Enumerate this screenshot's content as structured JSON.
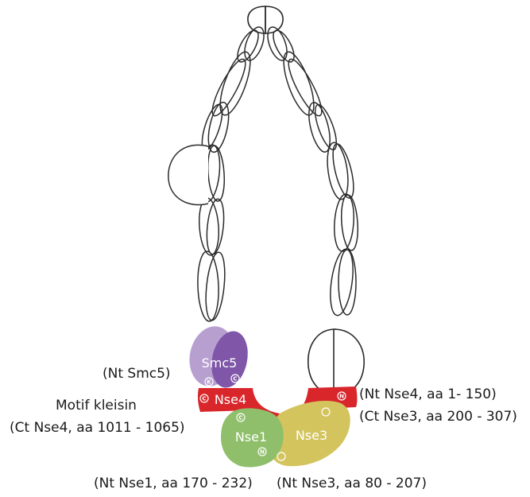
{
  "diagram": {
    "subunits": {
      "smc5": "Smc5",
      "nse4": "Nse4",
      "nse1": "Nse1",
      "nse3": "Nse3"
    },
    "markers": {
      "k": "K",
      "c": "C",
      "n": "N"
    },
    "annotations": {
      "nt_smc5": "(Nt Smc5)",
      "motif_kleisin": "Motif kleisin",
      "ct_nse4": "(Ct Nse4, aa 1011 - 1065)",
      "nt_nse4": "(Nt Nse4, aa 1- 150)",
      "ct_nse3": "(Ct Nse3, aa 200 - 307)",
      "nt_nse1": "(Nt Nse1, aa 170 - 232)",
      "nt_nse3": "(Nt Nse3, aa 80 - 207)"
    },
    "colors": {
      "smc5_light": "#b79fd0",
      "smc5_dark": "#7f56a8",
      "nse4": "#d8262b",
      "nse1": "#8fbf6a",
      "nse3": "#d4c45e",
      "outline": "#2a2a2a"
    }
  }
}
